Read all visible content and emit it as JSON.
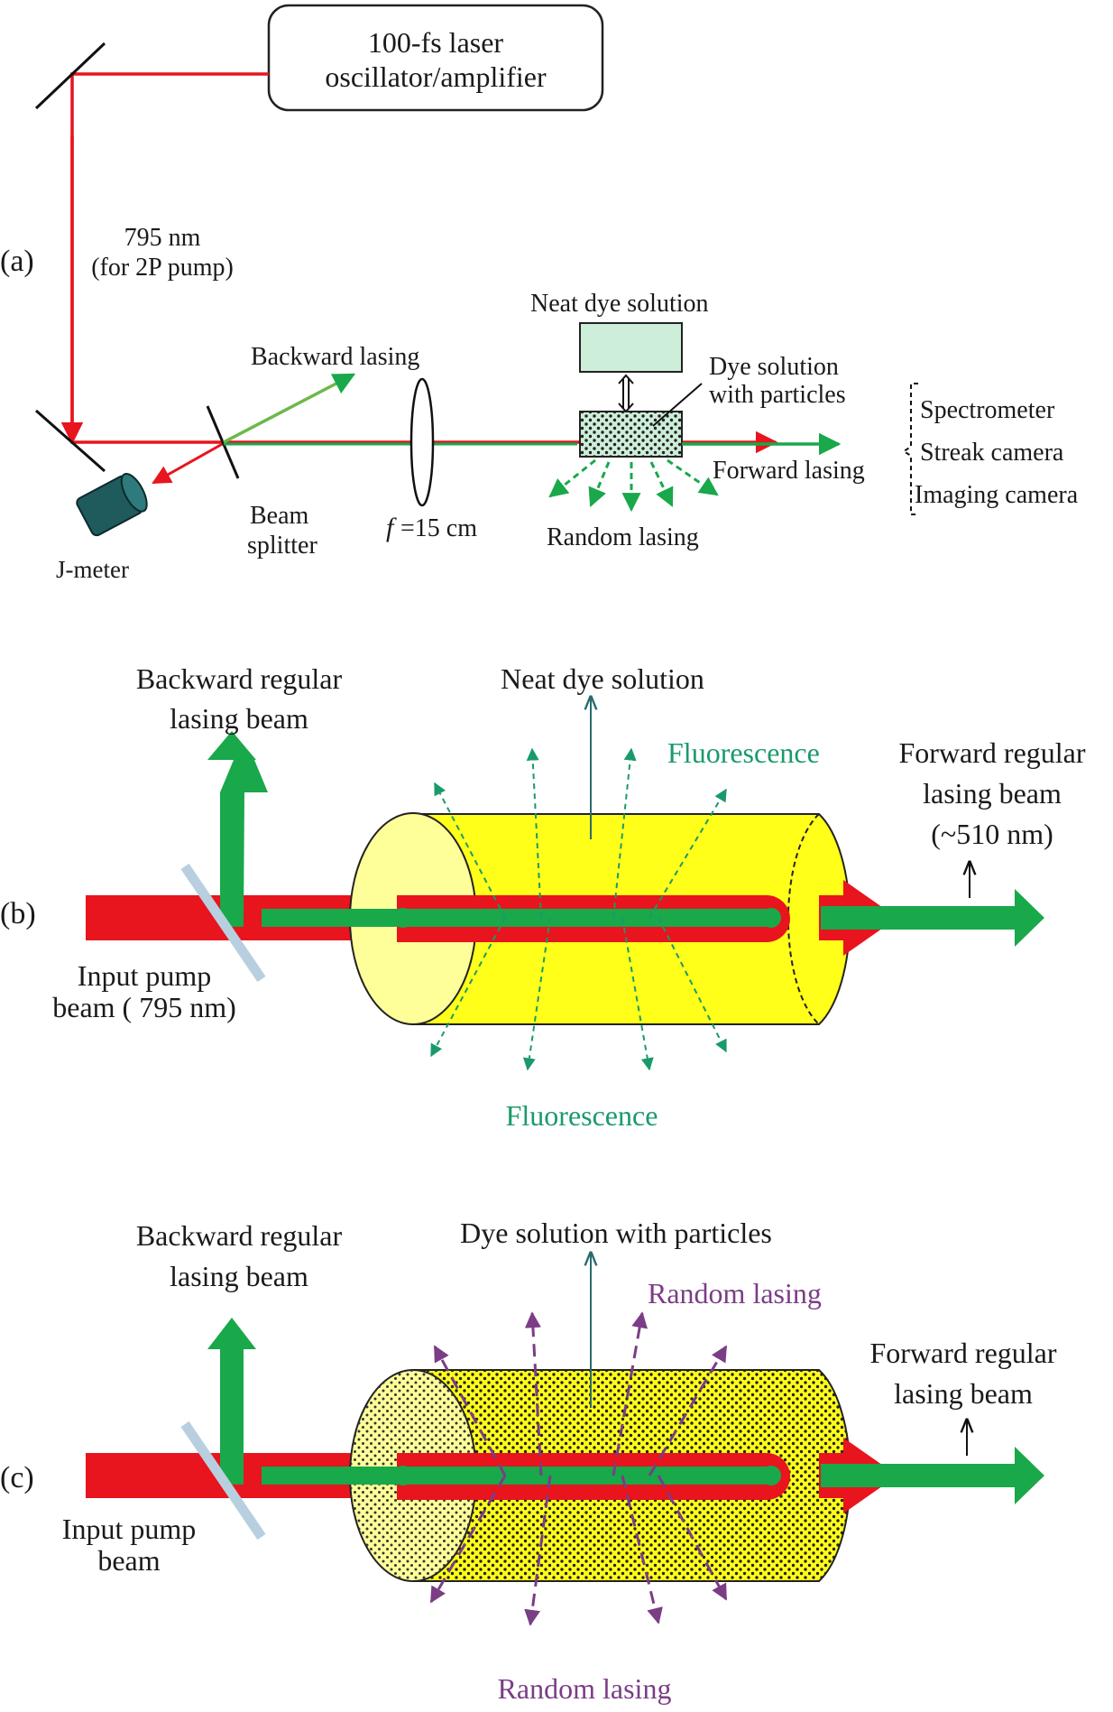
{
  "panel_a": {
    "tag": "(a)",
    "laser_box": {
      "line1": "100-fs laser",
      "line2": "oscillator/amplifier"
    },
    "wavelength": {
      "line1": "795 nm",
      "line2": "(for 2P pump)"
    },
    "backward_lasing": "Backward lasing",
    "neat_dye": "Neat dye solution",
    "dye_particles": {
      "line1": "Dye solution",
      "line2": "with particles"
    },
    "forward_lasing": "Forward lasing",
    "random_lasing": "Random lasing",
    "beam_splitter": {
      "line1": "Beam",
      "line2": "splitter"
    },
    "lens_f": "f",
    "lens_value": "=15 cm",
    "j_meter": "J-meter",
    "detectors": [
      "Spectrometer",
      "Streak camera",
      "Imaging camera"
    ]
  },
  "panel_b": {
    "tag": "(b)",
    "backward_beam": {
      "line1": "Backward regular",
      "line2": "lasing beam"
    },
    "neat_dye": "Neat dye solution",
    "fluorescence_top": "Fluorescence",
    "forward_beam": {
      "line1": "Forward regular",
      "line2": "lasing beam",
      "line3": "(~510 nm)"
    },
    "input_beam": {
      "line1": "Input pump",
      "line2": "beam ( 795 nm)"
    },
    "fluorescence_bottom": "Fluorescence"
  },
  "panel_c": {
    "tag": "(c)",
    "backward_beam": {
      "line1": "Backward regular",
      "line2": "lasing beam"
    },
    "dye_particles": "Dye solution with particles",
    "random_lasing_top": "Random  lasing",
    "forward_beam": {
      "line1": "Forward regular",
      "line2": "lasing beam"
    },
    "input_beam": {
      "line1": "Input pump",
      "line2": "beam"
    },
    "random_lasing_bottom": "Random  lasing"
  },
  "colors": {
    "pump_red": "#e8141e",
    "lasing_green": "#19a84a",
    "fluorescence_teal": "#1a9a6a",
    "cylinder_yellow": "#ffff1a",
    "cap_yellow": "#ffff99",
    "random_purple": "#7b3d86",
    "cuvette_green": "#cdeed8",
    "jmeter_teal": "#1f5a5c"
  }
}
